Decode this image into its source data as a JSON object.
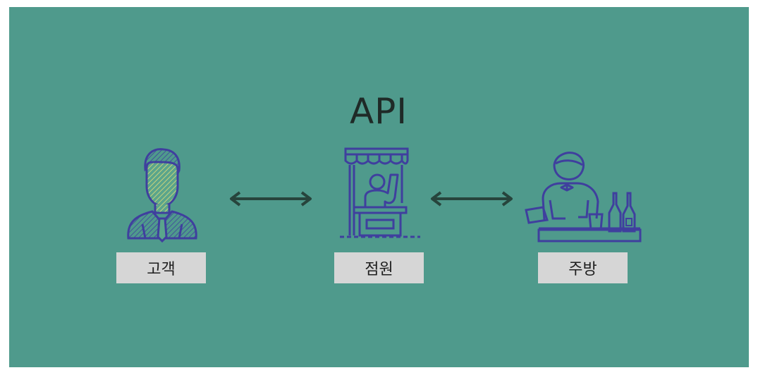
{
  "diagram": {
    "title": "API",
    "nodes": [
      {
        "id": "customer",
        "label": "고객",
        "icon": "customer-person-icon"
      },
      {
        "id": "staff",
        "label": "점원",
        "icon": "staff-counter-icon"
      },
      {
        "id": "kitchen",
        "label": "주방",
        "icon": "kitchen-chef-icon"
      }
    ],
    "edges": [
      {
        "from": "customer",
        "to": "staff",
        "direction": "both"
      },
      {
        "from": "staff",
        "to": "kitchen",
        "direction": "both"
      }
    ]
  },
  "colors": {
    "background": "#4f9a8c",
    "icon_stroke": "#3f3f9e",
    "arrow": "#27443c",
    "label_bg": "#d6d6d6"
  }
}
